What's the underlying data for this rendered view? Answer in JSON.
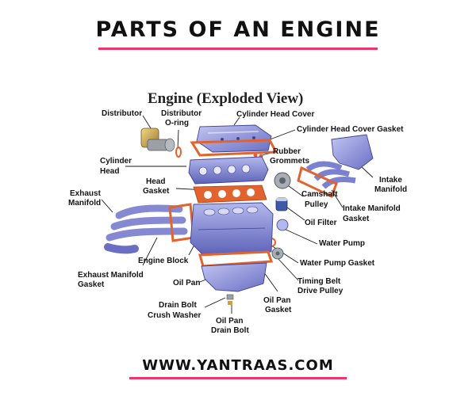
{
  "header": {
    "title": "PARTS OF AN ENGINE"
  },
  "diagram": {
    "title": "Engine (Exploded View)",
    "labels": {
      "distributor": "Distributor",
      "distributor_oring_1": "Distributor",
      "distributor_oring_2": "O-ring",
      "cyl_head_cover": "Cylinder Head Cover",
      "cyl_head_cover_gasket": "Cylinder Head Cover Gasket",
      "rubber_grommets_1": "Rubber",
      "rubber_grommets_2": "Grommets",
      "cylinder_head_1": "Cylinder",
      "cylinder_head_2": "Head",
      "intake_manifold_1": "Intake",
      "intake_manifold_2": "Manifold",
      "head_gasket_1": "Head",
      "head_gasket_2": "Gasket",
      "camshaft_pulley_1": "Camshaft",
      "camshaft_pulley_2": "Pulley",
      "exhaust_manifold_1": "Exhaust",
      "exhaust_manifold_2": "Manifold",
      "intake_manifold_gasket_1": "Intake Manifold",
      "intake_manifold_gasket_2": "Gasket",
      "oil_filter": "Oil Filter",
      "water_pump": "Water Pump",
      "engine_block": "Engine Block",
      "water_pump_gasket": "Water Pump Gasket",
      "exhaust_manifold_gasket_1": "Exhaust Manifold",
      "exhaust_manifold_gasket_2": "Gasket",
      "timing_belt_1": "Timing Belt",
      "timing_belt_2": "Drive Pulley",
      "oil_pan": "Oil Pan",
      "oil_pan_gasket_1": "Oil Pan",
      "oil_pan_gasket_2": "Gasket",
      "drain_bolt_1": "Drain Bolt",
      "drain_bolt_2": "Crush Washer",
      "oil_pan_drain_bolt_1": "Oil Pan",
      "oil_pan_drain_bolt_2": "Drain Bolt"
    }
  },
  "footer": {
    "url": "WWW.YANTRAAS.COM"
  },
  "colors": {
    "accent": "#ef3567",
    "part_blue": "#8a8fd6",
    "part_blue_dark": "#4e53a8",
    "gasket": "#e2632e",
    "brass": "#c7a04a"
  }
}
